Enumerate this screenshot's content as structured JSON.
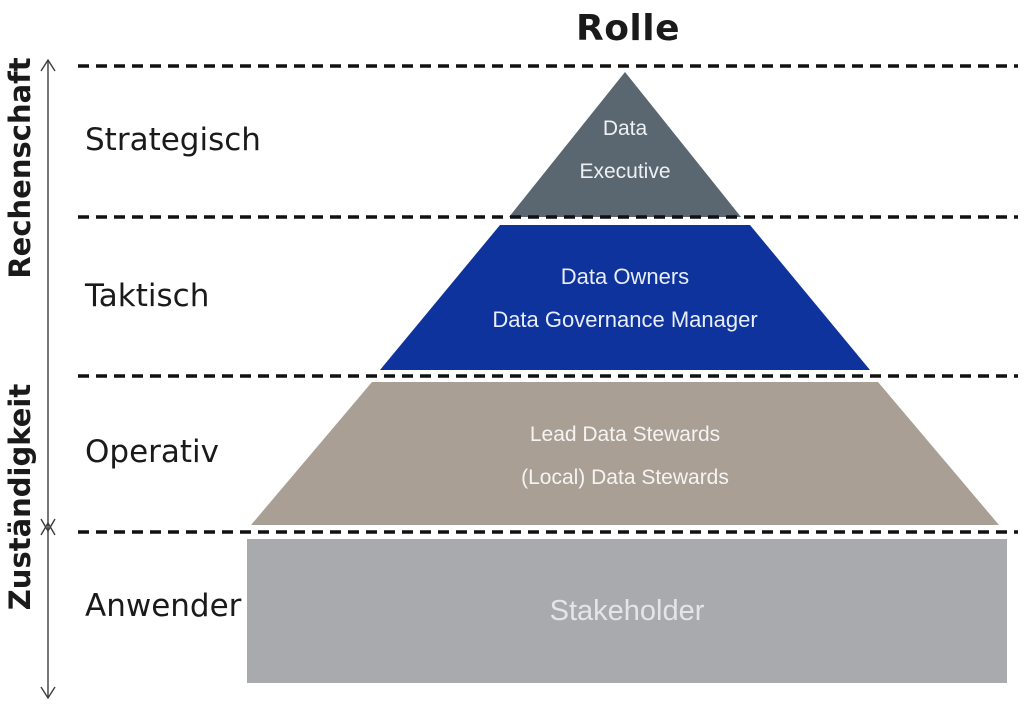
{
  "title": "Rolle",
  "axis_labels": {
    "accountability": "Rechenschaft",
    "responsibility": "Zuständigkeit"
  },
  "levels": [
    {
      "label": "Strategisch"
    },
    {
      "label": "Taktisch"
    },
    {
      "label": "Operativ"
    },
    {
      "label": "Anwender"
    }
  ],
  "pyramid": {
    "tiers": [
      {
        "lines": [
          "Data",
          "Executive"
        ],
        "color": "#5a6771"
      },
      {
        "lines": [
          "Data Owners",
          "Data Governance Manager"
        ],
        "color": "#0f339c"
      },
      {
        "lines": [
          "Lead Data Stewards",
          "(Local) Data Stewards"
        ],
        "color": "#a99f95"
      },
      {
        "lines": [
          "Stakeholder"
        ],
        "color": "#a8aaad"
      }
    ]
  },
  "colors": {
    "dashed_line": "#111111",
    "arrow": "#3d3d3d",
    "label_text": "#1a1a1a"
  }
}
